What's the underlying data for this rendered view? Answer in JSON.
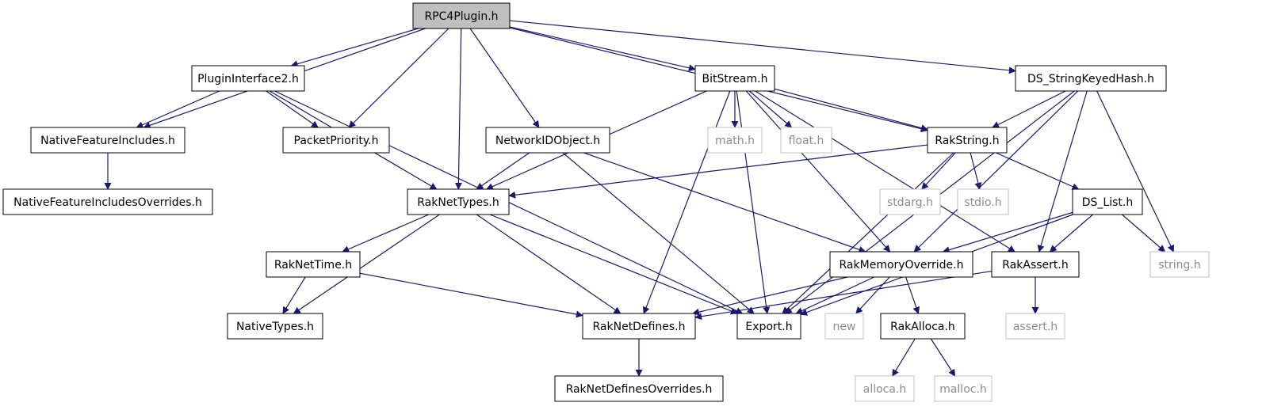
{
  "colors": {
    "edge": "#191970",
    "node_border": "#000000",
    "external_border": "#bfbfbf",
    "external_text": "#8c8c8c",
    "root_fill": "#bfbfbf",
    "node_fill": "#ffffff",
    "text": "#000000"
  },
  "nodes": [
    {
      "id": "rpc4plugin",
      "label": "RPC4Plugin.h",
      "kind": "root"
    },
    {
      "id": "plugininterface2",
      "label": "PluginInterface2.h",
      "kind": "file"
    },
    {
      "id": "bitstream",
      "label": "BitStream.h",
      "kind": "file"
    },
    {
      "id": "ds_stringkeyedhash",
      "label": "DS_StringKeyedHash.h",
      "kind": "file"
    },
    {
      "id": "nativefeatureincludes",
      "label": "NativeFeatureIncludes.h",
      "kind": "file"
    },
    {
      "id": "packetpriority",
      "label": "PacketPriority.h",
      "kind": "file"
    },
    {
      "id": "networkidobject",
      "label": "NetworkIDObject.h",
      "kind": "file"
    },
    {
      "id": "math",
      "label": "math.h",
      "kind": "external"
    },
    {
      "id": "float",
      "label": "float.h",
      "kind": "external"
    },
    {
      "id": "rakstring",
      "label": "RakString.h",
      "kind": "file"
    },
    {
      "id": "nativefeatureincludesoverrides",
      "label": "NativeFeatureIncludesOverrides.h",
      "kind": "file"
    },
    {
      "id": "raknettypes",
      "label": "RakNetTypes.h",
      "kind": "file"
    },
    {
      "id": "stdarg",
      "label": "stdarg.h",
      "kind": "external"
    },
    {
      "id": "stdio",
      "label": "stdio.h",
      "kind": "external"
    },
    {
      "id": "ds_list",
      "label": "DS_List.h",
      "kind": "file"
    },
    {
      "id": "raknettime",
      "label": "RakNetTime.h",
      "kind": "file"
    },
    {
      "id": "rakmemoryoverride",
      "label": "RakMemoryOverride.h",
      "kind": "file"
    },
    {
      "id": "rakassert",
      "label": "RakAssert.h",
      "kind": "file"
    },
    {
      "id": "string",
      "label": "string.h",
      "kind": "external"
    },
    {
      "id": "nativetypes",
      "label": "NativeTypes.h",
      "kind": "file"
    },
    {
      "id": "raknetdefines",
      "label": "RakNetDefines.h",
      "kind": "file"
    },
    {
      "id": "export",
      "label": "Export.h",
      "kind": "file"
    },
    {
      "id": "new",
      "label": "new",
      "kind": "external"
    },
    {
      "id": "rakalloca",
      "label": "RakAlloca.h",
      "kind": "file"
    },
    {
      "id": "assert",
      "label": "assert.h",
      "kind": "external"
    },
    {
      "id": "raknetdefinesoverrides",
      "label": "RakNetDefinesOverrides.h",
      "kind": "file"
    },
    {
      "id": "alloca",
      "label": "alloca.h",
      "kind": "external"
    },
    {
      "id": "malloc",
      "label": "malloc.h",
      "kind": "external"
    }
  ],
  "edges": [
    {
      "from": "rpc4plugin",
      "to": "nativefeatureincludes"
    },
    {
      "from": "rpc4plugin",
      "to": "plugininterface2"
    },
    {
      "from": "rpc4plugin",
      "to": "packetpriority"
    },
    {
      "from": "rpc4plugin",
      "to": "raknettypes"
    },
    {
      "from": "rpc4plugin",
      "to": "networkidobject"
    },
    {
      "from": "rpc4plugin",
      "to": "bitstream"
    },
    {
      "from": "rpc4plugin",
      "to": "rakstring"
    },
    {
      "from": "rpc4plugin",
      "to": "ds_stringkeyedhash"
    },
    {
      "from": "plugininterface2",
      "to": "nativefeatureincludes"
    },
    {
      "from": "plugininterface2",
      "to": "packetpriority"
    },
    {
      "from": "plugininterface2",
      "to": "raknettypes"
    },
    {
      "from": "plugininterface2",
      "to": "export"
    },
    {
      "from": "nativefeatureincludes",
      "to": "nativefeatureincludesoverrides"
    },
    {
      "from": "bitstream",
      "to": "raknettypes"
    },
    {
      "from": "bitstream",
      "to": "math"
    },
    {
      "from": "bitstream",
      "to": "float"
    },
    {
      "from": "bitstream",
      "to": "rakstring"
    },
    {
      "from": "bitstream",
      "to": "raknetdefines"
    },
    {
      "from": "bitstream",
      "to": "export"
    },
    {
      "from": "bitstream",
      "to": "rakmemoryoverride"
    },
    {
      "from": "bitstream",
      "to": "rakassert"
    },
    {
      "from": "ds_stringkeyedhash",
      "to": "rakstring"
    },
    {
      "from": "ds_stringkeyedhash",
      "to": "rakmemoryoverride"
    },
    {
      "from": "ds_stringkeyedhash",
      "to": "rakassert"
    },
    {
      "from": "ds_stringkeyedhash",
      "to": "string"
    },
    {
      "from": "ds_stringkeyedhash",
      "to": "export"
    },
    {
      "from": "networkidobject",
      "to": "raknettypes"
    },
    {
      "from": "networkidobject",
      "to": "rakmemoryoverride"
    },
    {
      "from": "networkidobject",
      "to": "export"
    },
    {
      "from": "rakstring",
      "to": "raknettypes"
    },
    {
      "from": "rakstring",
      "to": "stdarg"
    },
    {
      "from": "rakstring",
      "to": "stdio"
    },
    {
      "from": "rakstring",
      "to": "ds_list"
    },
    {
      "from": "rakstring",
      "to": "export"
    },
    {
      "from": "raknettypes",
      "to": "nativetypes"
    },
    {
      "from": "raknettypes",
      "to": "raknettime"
    },
    {
      "from": "raknettypes",
      "to": "raknetdefines"
    },
    {
      "from": "raknettypes",
      "to": "export"
    },
    {
      "from": "ds_list",
      "to": "rakmemoryoverride"
    },
    {
      "from": "ds_list",
      "to": "rakassert"
    },
    {
      "from": "ds_list",
      "to": "string"
    },
    {
      "from": "ds_list",
      "to": "export"
    },
    {
      "from": "raknettime",
      "to": "nativetypes"
    },
    {
      "from": "raknettime",
      "to": "raknetdefines"
    },
    {
      "from": "rakmemoryoverride",
      "to": "raknetdefines"
    },
    {
      "from": "rakmemoryoverride",
      "to": "export"
    },
    {
      "from": "rakmemoryoverride",
      "to": "new"
    },
    {
      "from": "rakmemoryoverride",
      "to": "rakalloca"
    },
    {
      "from": "rakassert",
      "to": "assert"
    },
    {
      "from": "rakassert",
      "to": "raknetdefines"
    },
    {
      "from": "raknetdefines",
      "to": "raknetdefinesoverrides"
    },
    {
      "from": "rakalloca",
      "to": "alloca"
    },
    {
      "from": "rakalloca",
      "to": "malloc"
    }
  ]
}
